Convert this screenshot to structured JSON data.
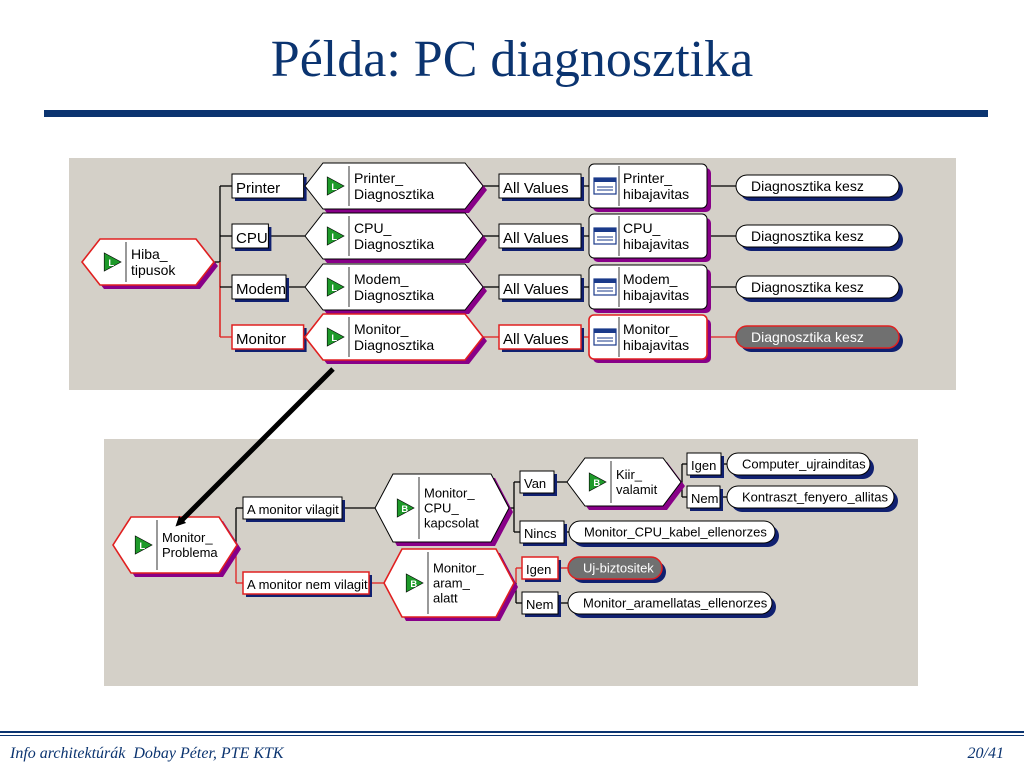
{
  "title": "Példa: PC diagnosztika",
  "footer": {
    "left": "Info architektúrák  Dobay Péter, PTE KTK",
    "page": "20/41"
  },
  "colors": {
    "title": "#0b3470",
    "panel": "#d4d0c8",
    "highlight": "#e02020",
    "purple": "#880088",
    "navy": "#102070",
    "selected": "#707070"
  },
  "top_diagram": {
    "root": [
      "Hiba_",
      "tipusok"
    ],
    "rows": [
      {
        "category": "Printer",
        "diag": [
          "Printer_",
          "Diagnosztika"
        ],
        "values": "All Values",
        "fix": [
          "Printer_",
          "hibajavitas"
        ],
        "result": "Diagnosztika kesz",
        "highlighted": false
      },
      {
        "category": "CPU",
        "diag": [
          "CPU_",
          "Diagnosztika"
        ],
        "values": "All Values",
        "fix": [
          "CPU_",
          "hibajavitas"
        ],
        "result": "Diagnosztika kesz",
        "highlighted": false
      },
      {
        "category": "Modem",
        "diag": [
          "Modem_",
          "Diagnosztika"
        ],
        "values": "All Values",
        "fix": [
          "Modem_",
          "hibajavitas"
        ],
        "result": "Diagnosztika kesz",
        "highlighted": false
      },
      {
        "category": "Monitor",
        "diag": [
          "Monitor_",
          "Diagnosztika"
        ],
        "values": "All Values",
        "fix": [
          "Monitor_",
          "hibajavitas"
        ],
        "result": "Diagnosztika kesz",
        "highlighted": true
      }
    ]
  },
  "bottom_diagram": {
    "root": [
      "Monitor_",
      "Problema"
    ],
    "branch1": {
      "label": "A monitor vilagit",
      "node": [
        "Monitor_",
        "CPU_",
        "kapcsolat"
      ],
      "van": "Van",
      "kiir": [
        "Kiir_",
        "valamit"
      ],
      "igen": "Igen",
      "igen_result": "Computer_ujrainditas",
      "nem": "Nem",
      "nem_result": "Kontraszt_fenyero_allitas",
      "nincs": "Nincs",
      "nincs_result": "Monitor_CPU_kabel_ellenorzes"
    },
    "branch2": {
      "label": "A monitor nem vilagit",
      "node": [
        "Monitor_",
        "aram_",
        "alatt"
      ],
      "igen": "Igen",
      "igen_result": "Uj-biztositek",
      "nem": "Nem",
      "nem_result": "Monitor_aramellatas_ellenorzes"
    }
  }
}
